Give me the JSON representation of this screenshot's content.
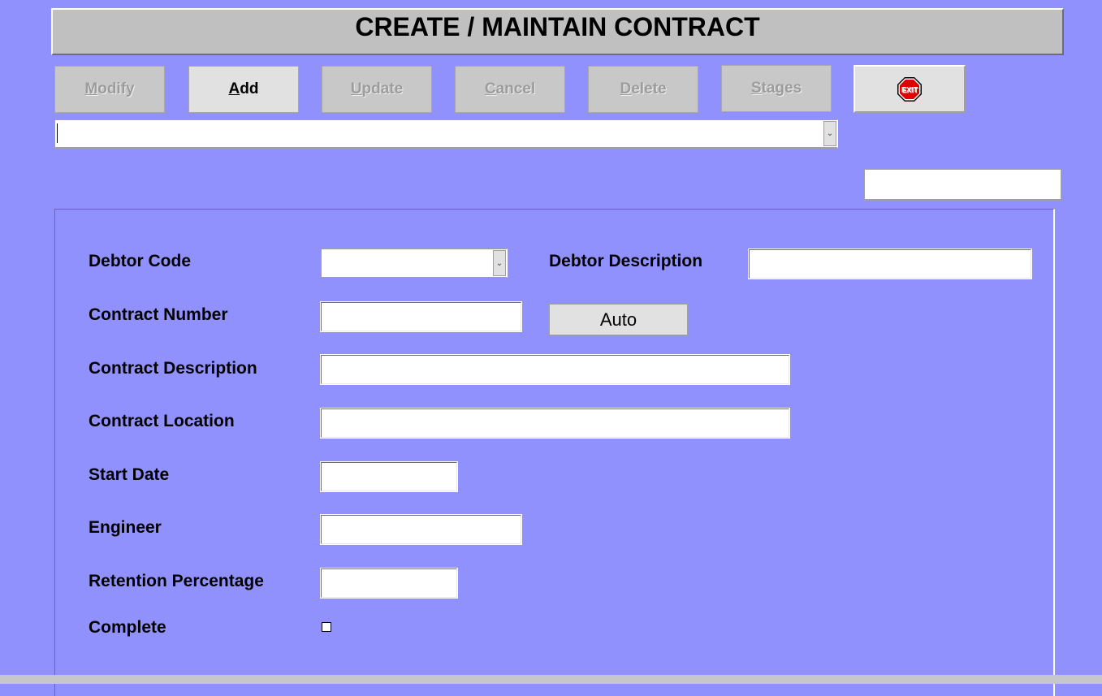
{
  "header": {
    "title": "CREATE / MAINTAIN CONTRACT"
  },
  "toolbar": {
    "buttons": [
      {
        "label_acc": "M",
        "label_rest": "odify",
        "enabled": false
      },
      {
        "label_acc": "A",
        "label_rest": "dd",
        "enabled": true
      },
      {
        "label_acc": "U",
        "label_rest": "pdate",
        "enabled": false
      },
      {
        "label_acc": "C",
        "label_rest": "ancel",
        "enabled": false
      },
      {
        "label_acc": "D",
        "label_rest": "elete",
        "enabled": false
      },
      {
        "label_acc": "S",
        "label_rest": "tages",
        "enabled": false
      }
    ],
    "exit": {
      "icon": "stop-sign-exit-icon",
      "text": "EXIT",
      "color": "#e00000"
    }
  },
  "record_selector": {
    "value": "",
    "dropdown_icon": "chevron-down-icon"
  },
  "top_right_field": {
    "value": ""
  },
  "form": {
    "debtor_code": {
      "label": "Debtor Code",
      "value": ""
    },
    "debtor_description": {
      "label": "Debtor Description",
      "value": ""
    },
    "contract_number": {
      "label": "Contract Number",
      "value": ""
    },
    "auto_button": {
      "label": "Auto"
    },
    "contract_description": {
      "label": "Contract Description",
      "value": ""
    },
    "contract_location": {
      "label": "Contract Location",
      "value": ""
    },
    "start_date": {
      "label": "Start Date",
      "value": ""
    },
    "engineer": {
      "label": "Engineer",
      "value": ""
    },
    "retention_percentage": {
      "label": "Retention Percentage",
      "value": ""
    },
    "complete": {
      "label": "Complete",
      "checked": false
    }
  },
  "colors": {
    "background": "#9191fe",
    "title_bar": "#c0c0c0",
    "button_enabled": "#e1e1e1",
    "button_disabled": "#c8c8c8"
  }
}
